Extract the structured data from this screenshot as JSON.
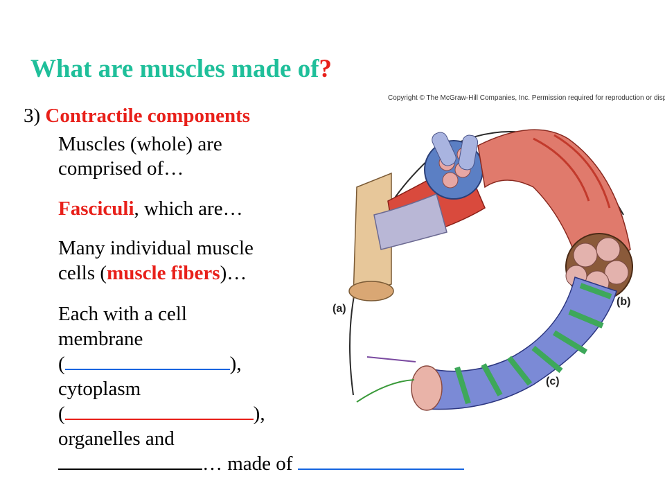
{
  "slide": {
    "title_main": "What are muscles made of",
    "title_mark": "?",
    "heading_prefix": "3) ",
    "heading_highlight": "Contractile components",
    "line1a": "Muscles (whole) are",
    "line1b": "comprised of…",
    "line2_highlight": "Fasciculi",
    "line2_rest": ", which are…",
    "line3a": "Many individual muscle",
    "line3b_pre": "cells (",
    "line3b_highlight": "muscle fibers",
    "line3b_post": ")…",
    "line4a": "Each with a cell",
    "line4b": "membrane",
    "open_paren": "(",
    "close_paren_comma": "),",
    "line4d": "cytoplasm",
    "line4f": "organelles and",
    "line4g_trail": "…",
    "line4g_made": "made of"
  },
  "figure": {
    "copyright": "Copyright © The McGraw-Hill Companies, Inc. Permission required for reproduction or display.",
    "label_a": "(a)",
    "label_b": "(b)",
    "label_c": "(c)"
  },
  "colors": {
    "title": "#1fbf9a",
    "highlight": "#e8201a",
    "blank_blue": "#1565e0"
  }
}
